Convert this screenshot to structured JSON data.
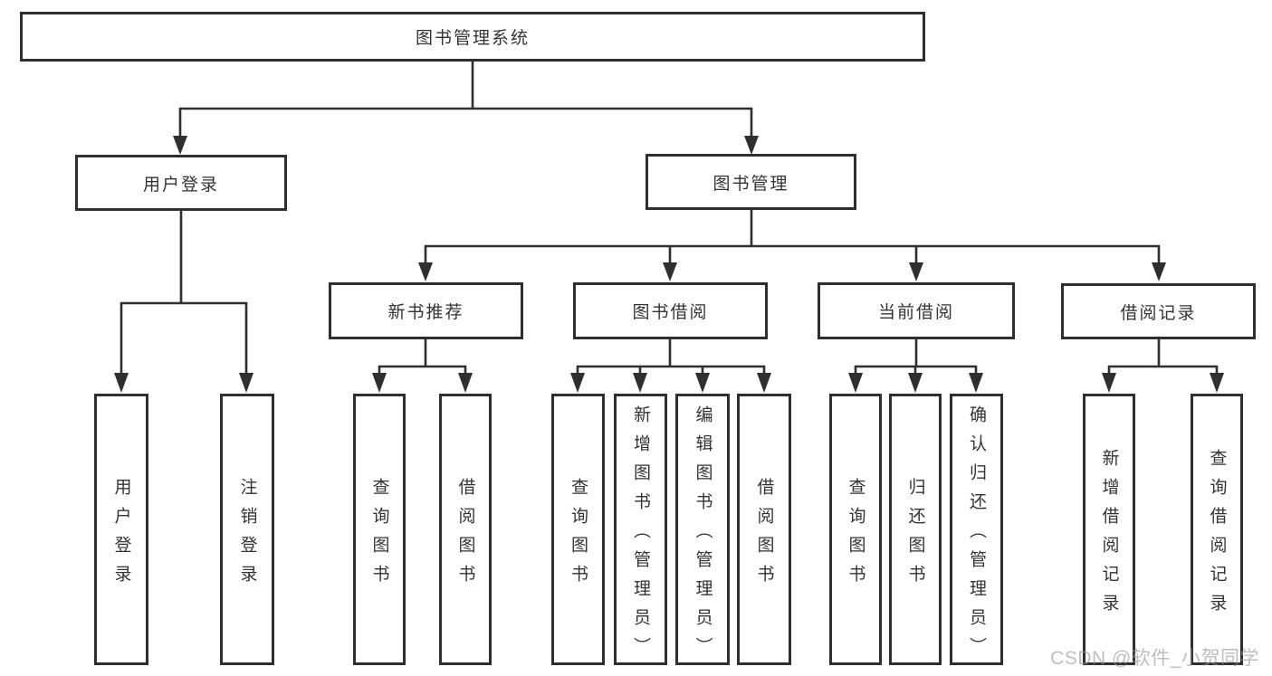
{
  "nodes": {
    "root": "图书管理系统",
    "user_login": "用户登录",
    "book_mgmt": "图书管理",
    "new_book_rec": "新书推荐",
    "book_borrow": "图书借阅",
    "current_borrow": "当前借阅",
    "borrow_records": "借阅记录",
    "leaf_user_login": "用户登录",
    "leaf_logout": "注销登录",
    "leaf_nb_query": "查询图书",
    "leaf_nb_borrow": "借阅图书",
    "leaf_bb_query": "查询图书",
    "leaf_bb_add": "新增图书（管理员）",
    "leaf_bb_edit": "编辑图书（管理员）",
    "leaf_bb_borrow": "借阅图书",
    "leaf_cb_query": "查询图书",
    "leaf_cb_return": "归还图书",
    "leaf_cb_confirm": "确认归还（管理员）",
    "leaf_br_add": "新增借阅记录",
    "leaf_br_query": "查询借阅记录"
  },
  "watermark": "CSDN @软件_小贺同学",
  "colors": {
    "line": "#2f2f2f",
    "text": "#333333",
    "watermark": "#969696",
    "background": "#ffffff"
  }
}
